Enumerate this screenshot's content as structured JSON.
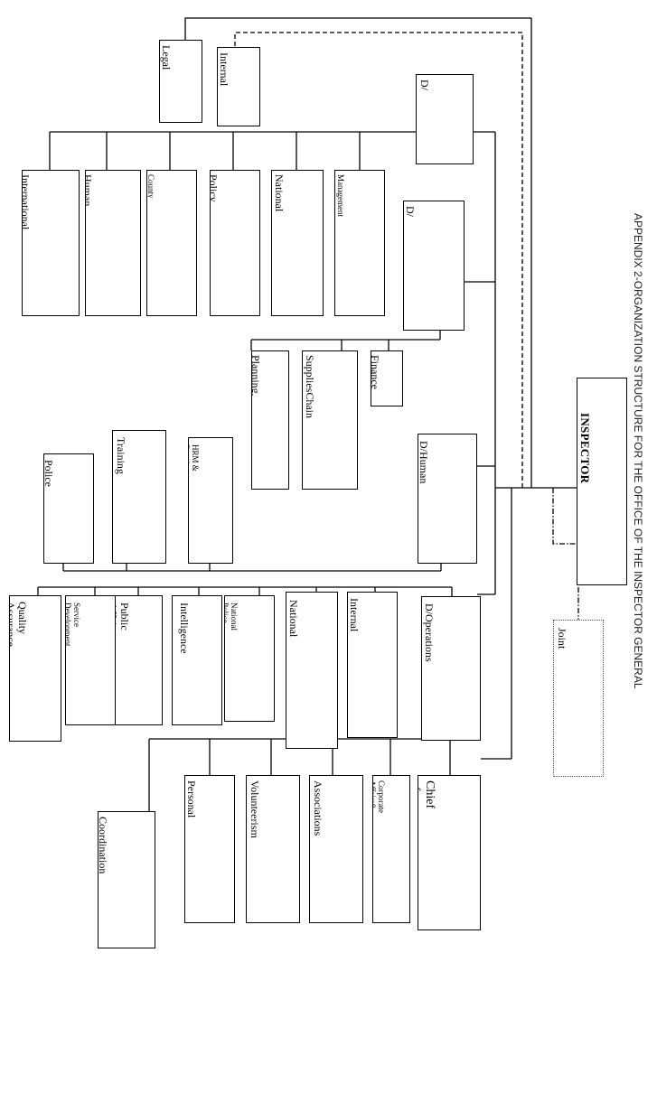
{
  "title": "APPENDIX 2-ORGANIZATION STRUCTURE FOR THE OFFICE OF THE INSPECTOR GENERAL",
  "nodes": {
    "inspector_general": "INSPECTOR GENERAL",
    "joint_service_board": "Joint service\nBoard",
    "legal_services": "Legal\nservices",
    "internal_audit": "Internal\nAudit",
    "police_reforms": "D/ Police\nReforms",
    "intl_cooperation": "International\nCooperation &\nBenchmarking",
    "human_rights": "Human Rights",
    "county_policing": "County Policing\nAuthority & Community\nPolicing",
    "policy_advisory": "Policy Advisory",
    "national_police_transformation": "National Police\nTransformation",
    "management_info_system": "Management\nInformation System\n(ICT)",
    "admin_planning_finance": "D/ Admin,\nPlanning &\nFinance",
    "planning_research": "Planning, research &\nDevelopment",
    "supplies_chain": "SuppliesChain\nManagement",
    "finance": "Finance",
    "human_capital": "D/Human Capital\nDevelopment",
    "hrm_development": "HRM &\nDevelopment",
    "training_capacity": "Training &Capacity\nBuilding",
    "police_welfare": "Police Welfare",
    "operations_audit": "D/Operations\nAudit",
    "internal_security": "Internal Security\nBureaus",
    "national_policing_ops": "National Policing\noperations",
    "national_police_records": "National Police\nRecords &\nArchives",
    "intelligence": "Intelligence",
    "public_affairs": "Public Affairs",
    "service_development": "Service\nDevelopment",
    "quality_assurance": "Quality Assurance",
    "chief_of_staff": "Chief of Staff",
    "corporate_affairs": "Corporate Affairs&\nCommunications",
    "associations": "Associations &\nMembership",
    "volunteerism": "Volunteerism &\nconstabulary",
    "personal_assistant": "Personal\nAssistant",
    "coordination": "Coordination &\nOffice support\nServices"
  }
}
